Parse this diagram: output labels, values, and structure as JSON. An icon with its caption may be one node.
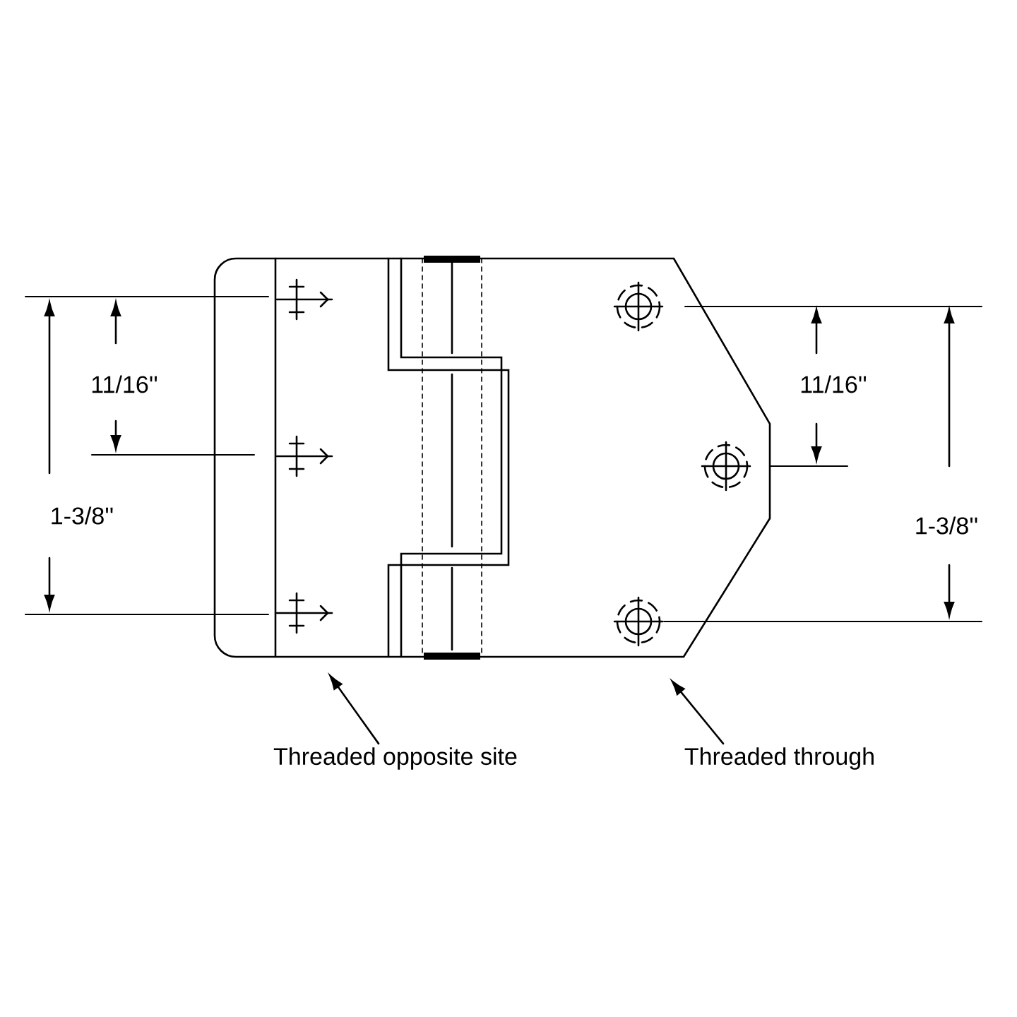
{
  "diagram": {
    "nodes": [
      {
        "text": [
          "Threaded opposite site"
        ]
      },
      {
        "text": [
          "Threaded through"
        ]
      }
    ],
    "edges": [
      {
        "from": 0,
        "to": null,
        "arrow": "to"
      },
      {
        "from": 1,
        "to": null,
        "arrow": "to"
      }
    ],
    "labels": [
      "11/16''",
      "11/16''",
      "1-3/8''",
      "1-3/8''"
    ]
  }
}
